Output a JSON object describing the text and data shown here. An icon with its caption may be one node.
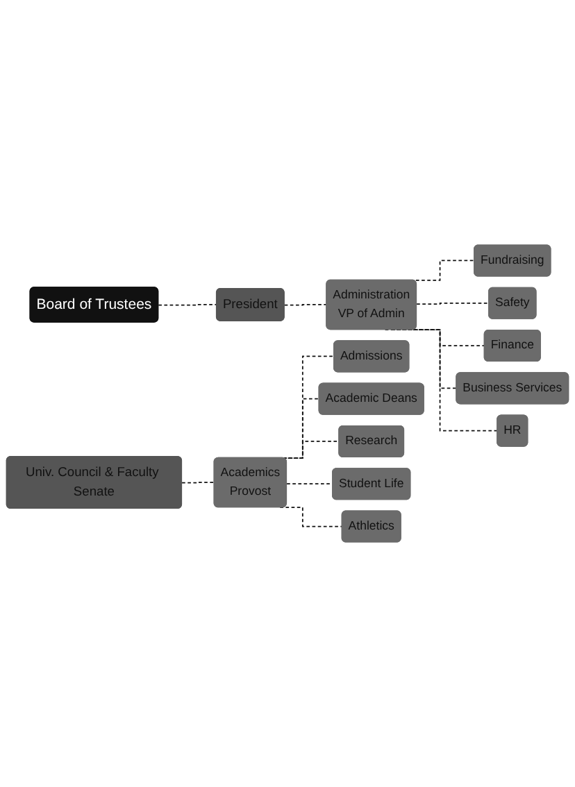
{
  "diagram": {
    "nodes": [
      {
        "text": [
          "Board of Trustees"
        ]
      },
      {
        "text": [
          "President"
        ]
      },
      {
        "text": [
          "Univ. Council & Faculty Senate"
        ]
      },
      {
        "text": [
          "Administration",
          "VP of Admin"
        ]
      },
      {
        "text": [
          "Academics",
          "Provost"
        ]
      },
      {
        "text": [
          "Fundraising"
        ]
      },
      {
        "text": [
          "Safety"
        ]
      },
      {
        "text": [
          "Finance"
        ]
      },
      {
        "text": [
          "Business Services"
        ]
      },
      {
        "text": [
          "HR"
        ]
      },
      {
        "text": [
          "Admissions"
        ]
      },
      {
        "text": [
          "Academic Deans"
        ]
      },
      {
        "text": [
          "Research"
        ]
      },
      {
        "text": [
          "Student Life"
        ]
      },
      {
        "text": [
          "Athletics"
        ]
      }
    ],
    "edges": [
      {
        "from": 0,
        "to": 1,
        "arrow": "none",
        "style": "dashed"
      },
      {
        "from": 1,
        "to": 3,
        "arrow": "none",
        "style": "dashed"
      },
      {
        "from": 2,
        "to": 4,
        "arrow": "none",
        "style": "dashed"
      },
      {
        "from": 3,
        "to": 5,
        "arrow": "none",
        "style": "dashed"
      },
      {
        "from": 3,
        "to": 6,
        "arrow": "none",
        "style": "dashed"
      },
      {
        "from": 3,
        "to": 7,
        "arrow": "none",
        "style": "dashed"
      },
      {
        "from": 3,
        "to": 8,
        "arrow": "none",
        "style": "dashed"
      },
      {
        "from": 3,
        "to": 9,
        "arrow": "none",
        "style": "dashed"
      },
      {
        "from": 4,
        "to": 10,
        "arrow": "none",
        "style": "dashed"
      },
      {
        "from": 4,
        "to": 11,
        "arrow": "none",
        "style": "dashed"
      },
      {
        "from": 4,
        "to": 12,
        "arrow": "none",
        "style": "dashed"
      },
      {
        "from": 4,
        "to": 13,
        "arrow": "none",
        "style": "dashed"
      },
      {
        "from": 4,
        "to": 14,
        "arrow": "none",
        "style": "dashed"
      }
    ]
  }
}
